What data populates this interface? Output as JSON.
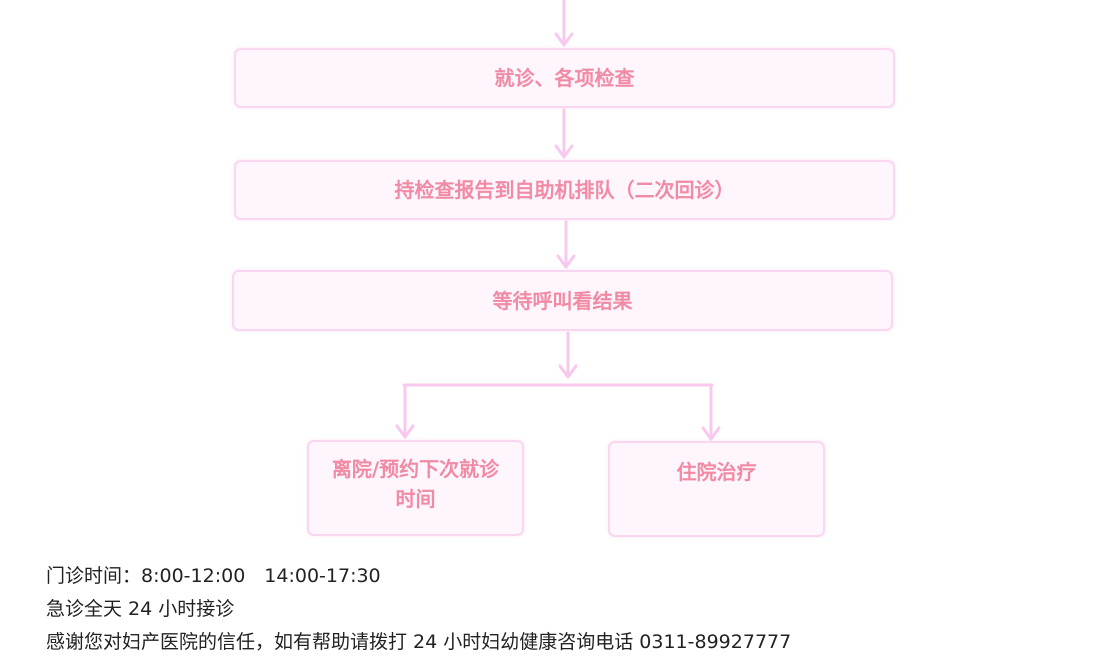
{
  "flowchart": {
    "steps": [
      {
        "id": "exam",
        "label": "就诊、各项检查"
      },
      {
        "id": "queue",
        "label": "持检查报告到自助机排队（二次回诊）"
      },
      {
        "id": "wait",
        "label": "等待呼叫看结果"
      },
      {
        "id": "leave",
        "label": "离院/预约下次就诊时间"
      },
      {
        "id": "admit",
        "label": "住院治疗"
      }
    ]
  },
  "info": {
    "hours": "门诊时间：8:00-12:00　14:00-17:30",
    "emergency": "急诊全天 24 小时接诊",
    "thanks": "感谢您对妇产医院的信任，如有帮助请拨打 24 小时妇幼健康咨询电话 0311-89927777"
  },
  "colors": {
    "box_fill": "#fff6fd",
    "box_border": "#f9d7f1",
    "arrow": "#f9c8ee",
    "label": "#f18aa4",
    "info_text": "#222222"
  }
}
